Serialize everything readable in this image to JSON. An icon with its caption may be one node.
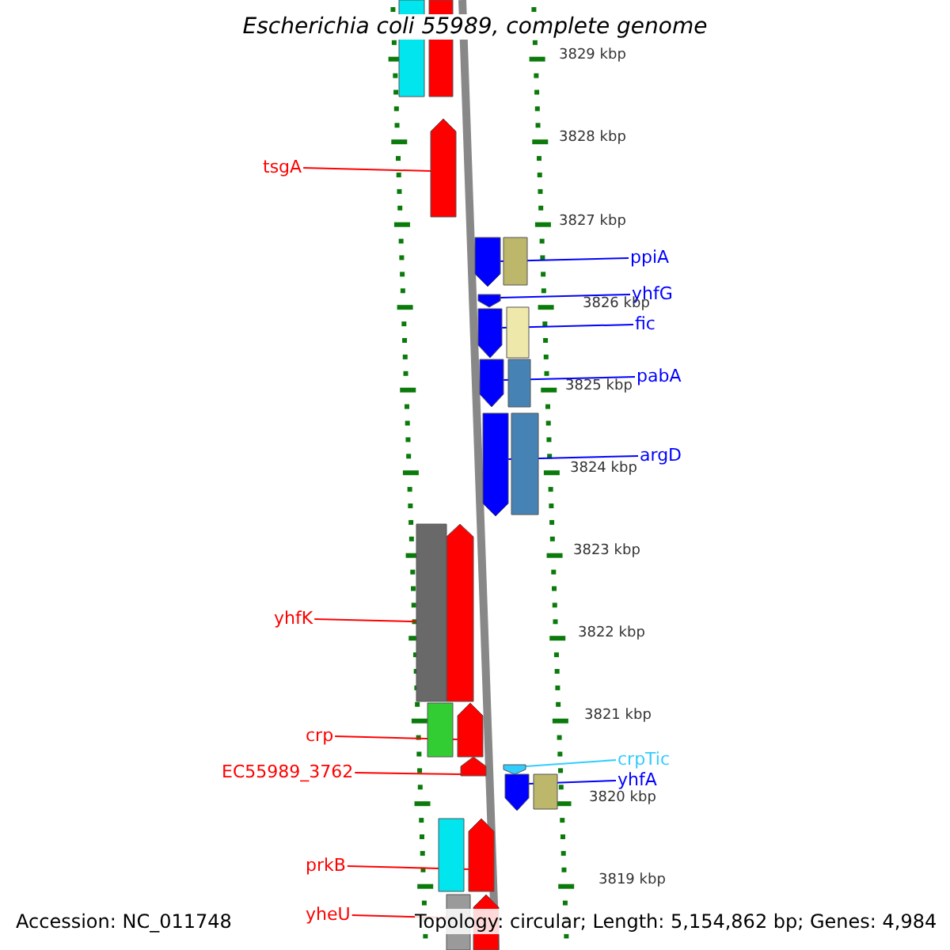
{
  "diagram": {
    "title": "Escherichia coli 55989, complete genome",
    "nodes": [
      {
        "text": [
          "tsgA"
        ]
      },
      {
        "text": [],
        "shape": "bar"
      },
      {
        "text": [
          "ppiA"
        ]
      },
      {
        "text": [],
        "shape": "bar"
      },
      {
        "text": [
          "yhfG"
        ]
      },
      {
        "text": [],
        "shape": "bar"
      },
      {
        "text": [
          "fic"
        ]
      },
      {
        "text": [],
        "shape": "bar"
      },
      {
        "text": [
          "pabA"
        ]
      },
      {
        "text": [],
        "shape": "bar"
      },
      {
        "text": [
          "argD"
        ]
      },
      {
        "text": [],
        "shape": "bar"
      },
      {
        "text": [
          "yhfK"
        ]
      },
      {
        "text": [],
        "shape": "bar"
      },
      {
        "text": [
          "crp"
        ]
      },
      {
        "text": [],
        "shape": "bar"
      },
      {
        "text": [
          "EC55989_3762"
        ]
      },
      {
        "text": [],
        "shape": "bar"
      },
      {
        "text": [
          "crpTic"
        ]
      },
      {
        "text": [],
        "shape": "bar"
      },
      {
        "text": [
          "yhfA"
        ]
      },
      {
        "text": [],
        "shape": "bar"
      },
      {
        "text": [
          "prkB"
        ]
      },
      {
        "text": [],
        "shape": "bar"
      },
      {
        "text": [
          "yheU"
        ]
      },
      {
        "text": [],
        "shape": "bar"
      },
      {
        "text": [],
        "shape": "box"
      },
      {
        "text": [],
        "shape": "box"
      },
      {
        "text": [],
        "shape": "box"
      },
      {
        "text": [],
        "shape": "box"
      },
      {
        "text": [],
        "shape": "box"
      },
      {
        "text": [],
        "shape": "box"
      },
      {
        "text": [],
        "shape": "box"
      },
      {
        "text": [],
        "shape": "box"
      },
      {
        "text": [],
        "shape": "box"
      },
      {
        "text": [],
        "shape": "box"
      },
      {
        "text": [],
        "shape": "box"
      }
    ],
    "edges": [
      {
        "from": 0,
        "to": 1,
        "arrow": "none",
        "color": "#ff0000"
      },
      {
        "from": 2,
        "to": 3,
        "arrow": "none",
        "color": "#0000ff"
      },
      {
        "from": 4,
        "to": 5,
        "arrow": "none",
        "color": "#0000ff"
      },
      {
        "from": 6,
        "to": 7,
        "arrow": "none",
        "color": "#0000ff"
      },
      {
        "from": 8,
        "to": 9,
        "arrow": "none",
        "color": "#0000ff"
      },
      {
        "from": 10,
        "to": 11,
        "arrow": "none",
        "color": "#0000ff"
      },
      {
        "from": 12,
        "to": 13,
        "arrow": "none",
        "color": "#ff0000"
      },
      {
        "from": 14,
        "to": 15,
        "arrow": "none",
        "color": "#ff0000"
      },
      {
        "from": 16,
        "to": 17,
        "arrow": "none",
        "color": "#ff0000"
      },
      {
        "from": 18,
        "to": 19,
        "arrow": "none",
        "color": "#33ccff"
      },
      {
        "from": 20,
        "to": 21,
        "arrow": "none",
        "color": "#0000ff"
      },
      {
        "from": 22,
        "to": 23,
        "arrow": "none",
        "color": "#ff0000"
      },
      {
        "from": 24,
        "to": 25,
        "arrow": "none",
        "color": "#ff0000"
      }
    ],
    "labels": [
      "3829 kbp",
      "3828 kbp",
      "3827 kbp",
      "3826 kbp",
      "3825 kbp",
      "3824 kbp",
      "3823 kbp",
      "3822 kbp",
      "3821 kbp",
      "3820 kbp",
      "3819 kbp",
      "Accession: NC_011748",
      "Topology: circular; Length: 5,154,862 bp; Genes: 4,984"
    ]
  }
}
